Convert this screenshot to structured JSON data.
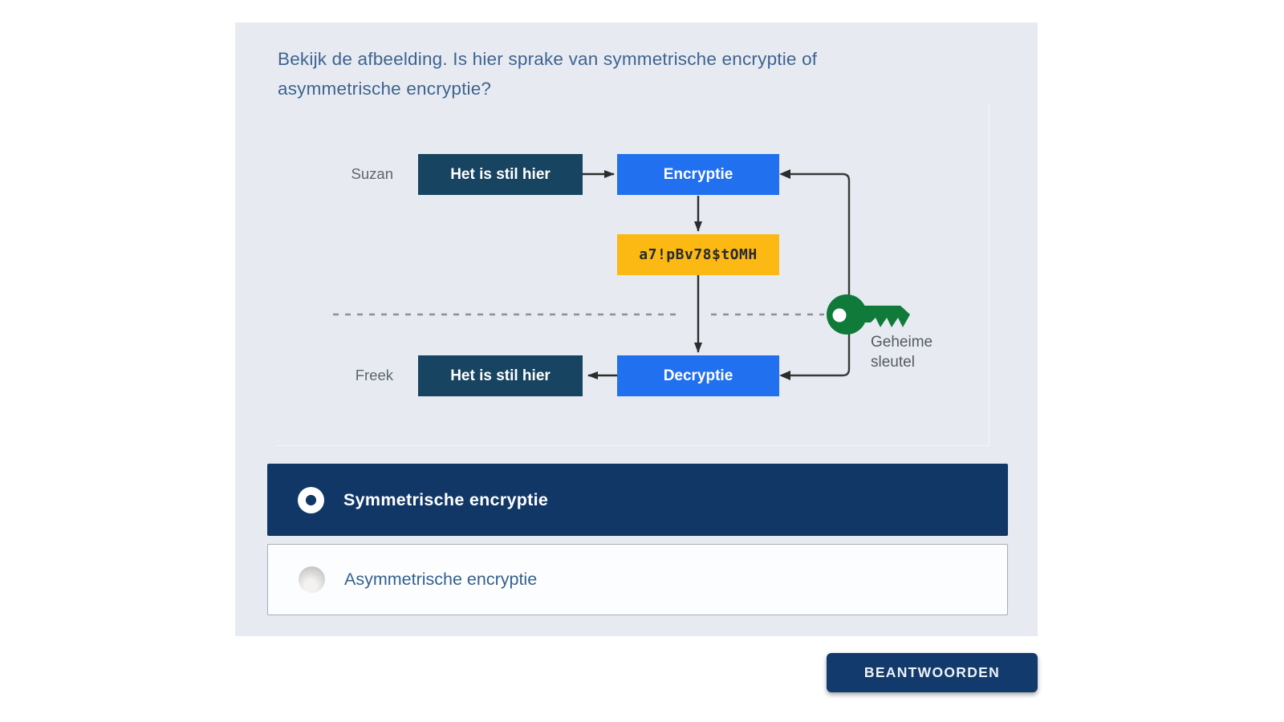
{
  "theme": {
    "page-bg": "#ffffff",
    "panel-bg": "#e7ebf1",
    "question-color": "#3e6390",
    "navy": "#113767",
    "button-navy": "#123a6d",
    "dark-box": "#174460",
    "bright-blue": "#2170f0",
    "amber": "#fcb813",
    "key-green": "#0f7a3a",
    "label-gray": "#5d666d",
    "option2-text": "#34608f"
  },
  "question": {
    "text": "Bekijk de afbeelding. Is hier sprake van symmetrische encryptie of asymmetrische encryptie?"
  },
  "diagram": {
    "sender": "Suzan",
    "receiver": "Freek",
    "sender_message": "Het is stil hier",
    "receiver_message": "Het is stil hier",
    "encrypt_label": "Encryptie",
    "decrypt_label": "Decryptie",
    "ciphertext": "a7!pBv78$tOMH",
    "key_label": "Geheime\nsleutel"
  },
  "options": [
    {
      "label": "Symmetrische encryptie",
      "selected": true
    },
    {
      "label": "Asymmetrische encryptie",
      "selected": false
    }
  ],
  "answer_button": {
    "label": "BEANTWOORDEN"
  }
}
